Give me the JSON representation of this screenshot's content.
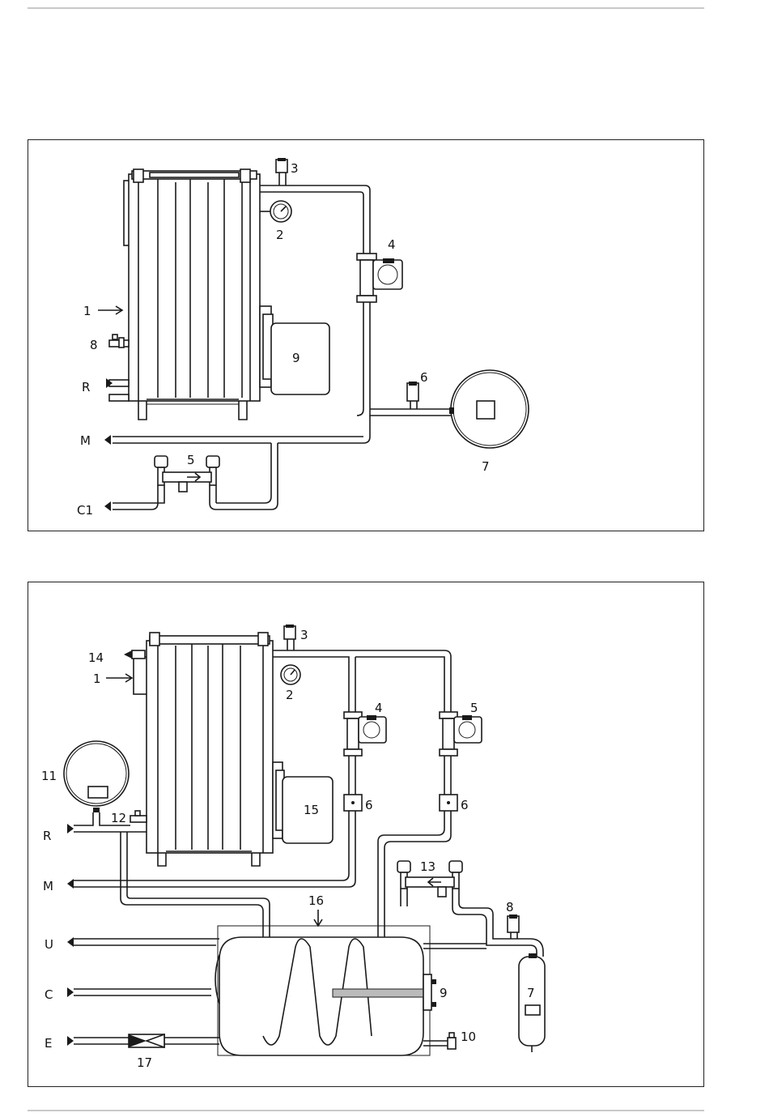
{
  "diagram1": {
    "labels": {
      "boiler": "1",
      "gauge": "2",
      "air_vent": "3",
      "pump": "4",
      "filter": "5",
      "safety_valve": "6",
      "expansion_vessel": "7",
      "drain_valve": "8",
      "burner": "9"
    },
    "pipes": {
      "return": "R",
      "flow": "M",
      "fill": "C1"
    }
  },
  "diagram2": {
    "labels": {
      "boiler": "1",
      "gauge": "2",
      "air_vent": "3",
      "pump_heating": "4",
      "pump_dhw": "5",
      "check_valve_a": "6",
      "check_valve_b": "6",
      "expansion_vessel_dhw": "7",
      "safety_valve": "8",
      "anode": "9",
      "drain_valve": "10",
      "expansion_vessel": "11",
      "boiler_drain": "12",
      "filter": "13",
      "thermometer": "14",
      "burner": "15",
      "cylinder": "16",
      "pressure_reducer": "17"
    },
    "pipes": {
      "return": "R",
      "flow": "M",
      "hot": "U",
      "cold": "C",
      "inlet": "E"
    }
  },
  "colors": {
    "line": "#1a1a1a",
    "rule": "#c9c9c9"
  }
}
